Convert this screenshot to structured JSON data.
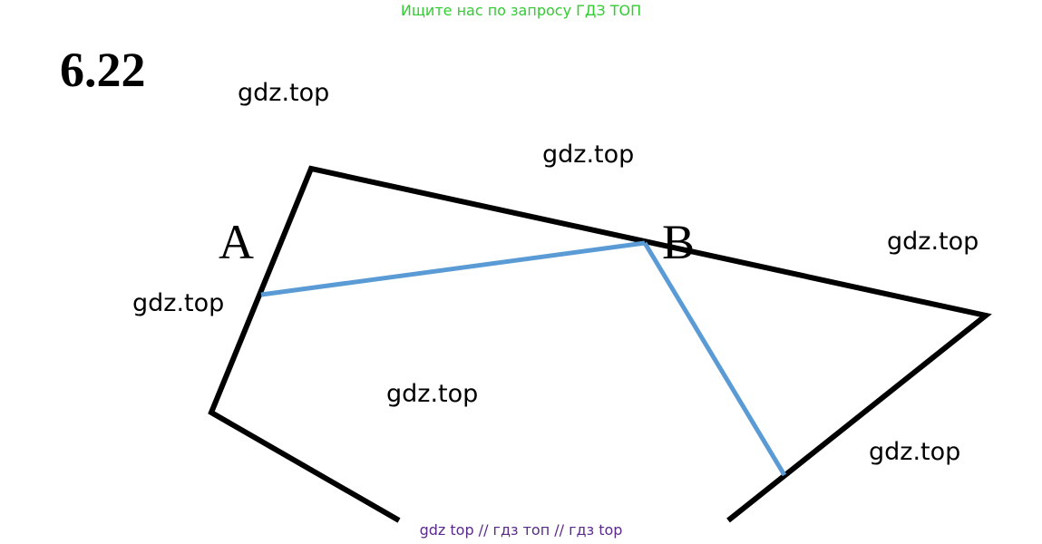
{
  "banner": "Ищите нас по запросу ГДЗ ТОП",
  "problem_number": "6.22",
  "watermarks": [
    "gdz.top",
    "gdz.top",
    "gdz.top",
    "gdz.top",
    "gdz.top",
    "gdz.top"
  ],
  "labels": {
    "a": "A",
    "b": "B"
  },
  "footer": "gdz top  //  гдз топ  //  гдз top",
  "colors": {
    "outline": "#000000",
    "path": "#5b9bd5",
    "banner": "#33cc33",
    "footer": "#5a2a8a"
  }
}
